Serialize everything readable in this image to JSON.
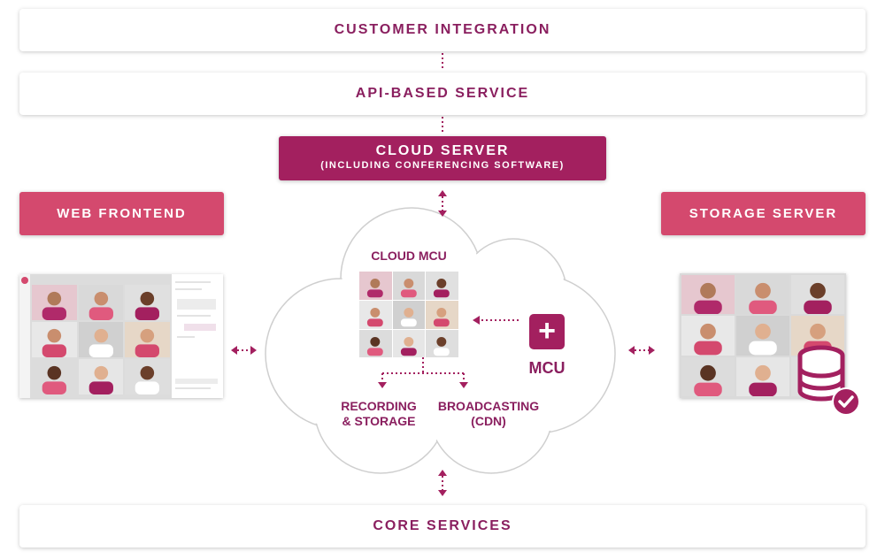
{
  "layers": {
    "customer_integration": "CUSTOMER INTEGRATION",
    "api_service": "API-BASED SERVICE",
    "core_services": "CORE SERVICES"
  },
  "cloud_server": {
    "title": "CLOUD SERVER",
    "subtitle": "(INCLUDING CONFERENCING SOFTWARE)"
  },
  "web_frontend": "WEB FRONTEND",
  "storage_server": "STORAGE SERVER",
  "cloud": {
    "cloud_mcu": "CLOUD MCU",
    "mcu": "MCU",
    "recording_line1": "RECORDING",
    "recording_line2": "& STORAGE",
    "broadcasting_line1": "BROADCASTING",
    "broadcasting_line2": "(CDN)"
  },
  "colors": {
    "primary": "#a3205f",
    "accent": "#d4496e",
    "text": "#8a1f5f"
  },
  "icons": [
    "plus-icon",
    "database-icon",
    "check-icon"
  ]
}
